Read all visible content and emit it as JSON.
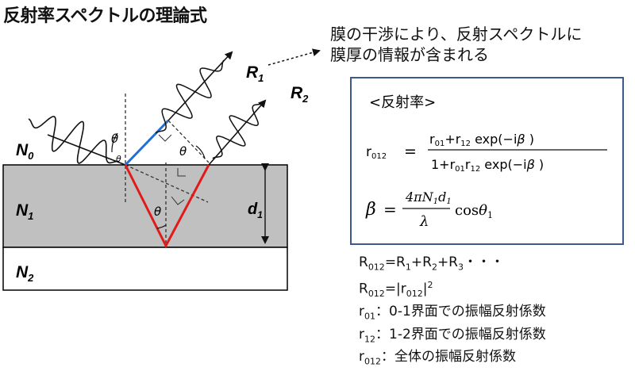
{
  "title": "反射率スペクトルの理論式",
  "note": [
    "膜の干渉により、反射スペクトルに",
    "膜厚の情報が含まれる"
  ],
  "layers": {
    "n0": "N",
    "n0_sub": "0",
    "n1": "N",
    "n1_sub": "1",
    "n2": "N",
    "n2_sub": "2"
  },
  "rays": {
    "r1": "R",
    "r1_sub": "1",
    "r2": "R",
    "r2_sub": "2"
  },
  "thickness": {
    "label": "d",
    "sub": "1"
  },
  "angle_symbol": "θ",
  "formula": {
    "heading": "<反射率>",
    "lhs": "r",
    "lhs_sub": "012",
    "eq": "=",
    "num_r01": "r",
    "num_r01_sub": "01",
    "num_plus": "+r",
    "num_r12_sub": "12",
    "num_exp": " exp(−i",
    "beta": "β",
    "close": " )",
    "den_one": "1+r",
    "den_r01_sub": "01",
    "den_r": "r",
    "den_r12_sub": "12",
    "den_exp": " exp(−i",
    "beta_lhs": "β",
    "beta_eq": "=",
    "beta_num": "4πN",
    "beta_num_sub1": "1",
    "beta_num_d": "d",
    "beta_num_sub2": "1",
    "beta_den": "λ",
    "beta_cos": "cos",
    "beta_theta": "θ",
    "beta_theta_sub": "1"
  },
  "legend": [
    {
      "main": "R",
      "sub": "012",
      "rest": "=R",
      "s1": "1",
      "p1": "+R",
      "s2": "2",
      "p2": "+R",
      "s3": "3",
      "tail": "・・・"
    },
    {
      "main": "R",
      "sub": "012",
      "rest": "=|r",
      "s1": "012",
      "tail": "|",
      "sup": "2"
    },
    {
      "main": "r",
      "sub": "01",
      "rest": "：0-1界面での振幅反射係数"
    },
    {
      "main": "r",
      "sub": "12",
      "rest": "：1-2界面での振幅反射係数"
    },
    {
      "main": "r",
      "sub": "012",
      "rest": "：全体の振幅反射係数"
    }
  ]
}
